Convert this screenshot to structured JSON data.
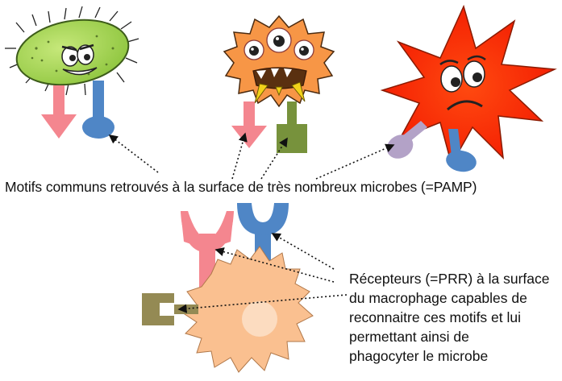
{
  "captions": {
    "pamp": "Motifs communs retrouvés à la surface de très nombreux microbes (=PAMP)",
    "prr_lines": [
      "Récepteurs (=PRR) à la surface",
      "du macrophage capables de",
      "reconnaitre ces motifs et lui",
      "permettant ainsi de",
      "phagocyter le microbe"
    ]
  },
  "colors": {
    "pink_motif": "#f4868f",
    "blue_motif": "#4f86c6",
    "green_motif": "#77923c",
    "lilac_motif": "#b3a2c7",
    "macrophage": "#fac090",
    "olive_receptor": "#948a54",
    "green_microbe": "#92d050",
    "orange_microbe": "#f79646",
    "red_microbe": "#ff3300"
  }
}
